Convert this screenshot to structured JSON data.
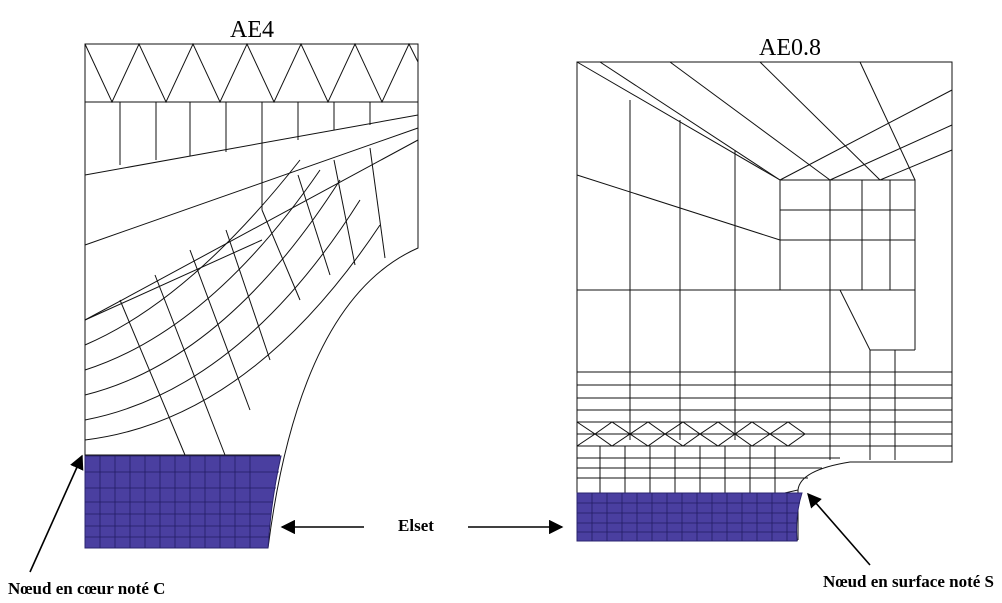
{
  "labels": {
    "left_title": "AE4",
    "right_title": "AE0.8",
    "elset": "Elset",
    "node_core": "Nœud en cœur noté C",
    "node_surface": "Nœud en surface noté S"
  },
  "colors": {
    "elset_fill": "#4a3fa0",
    "mesh_line": "#111111"
  }
}
